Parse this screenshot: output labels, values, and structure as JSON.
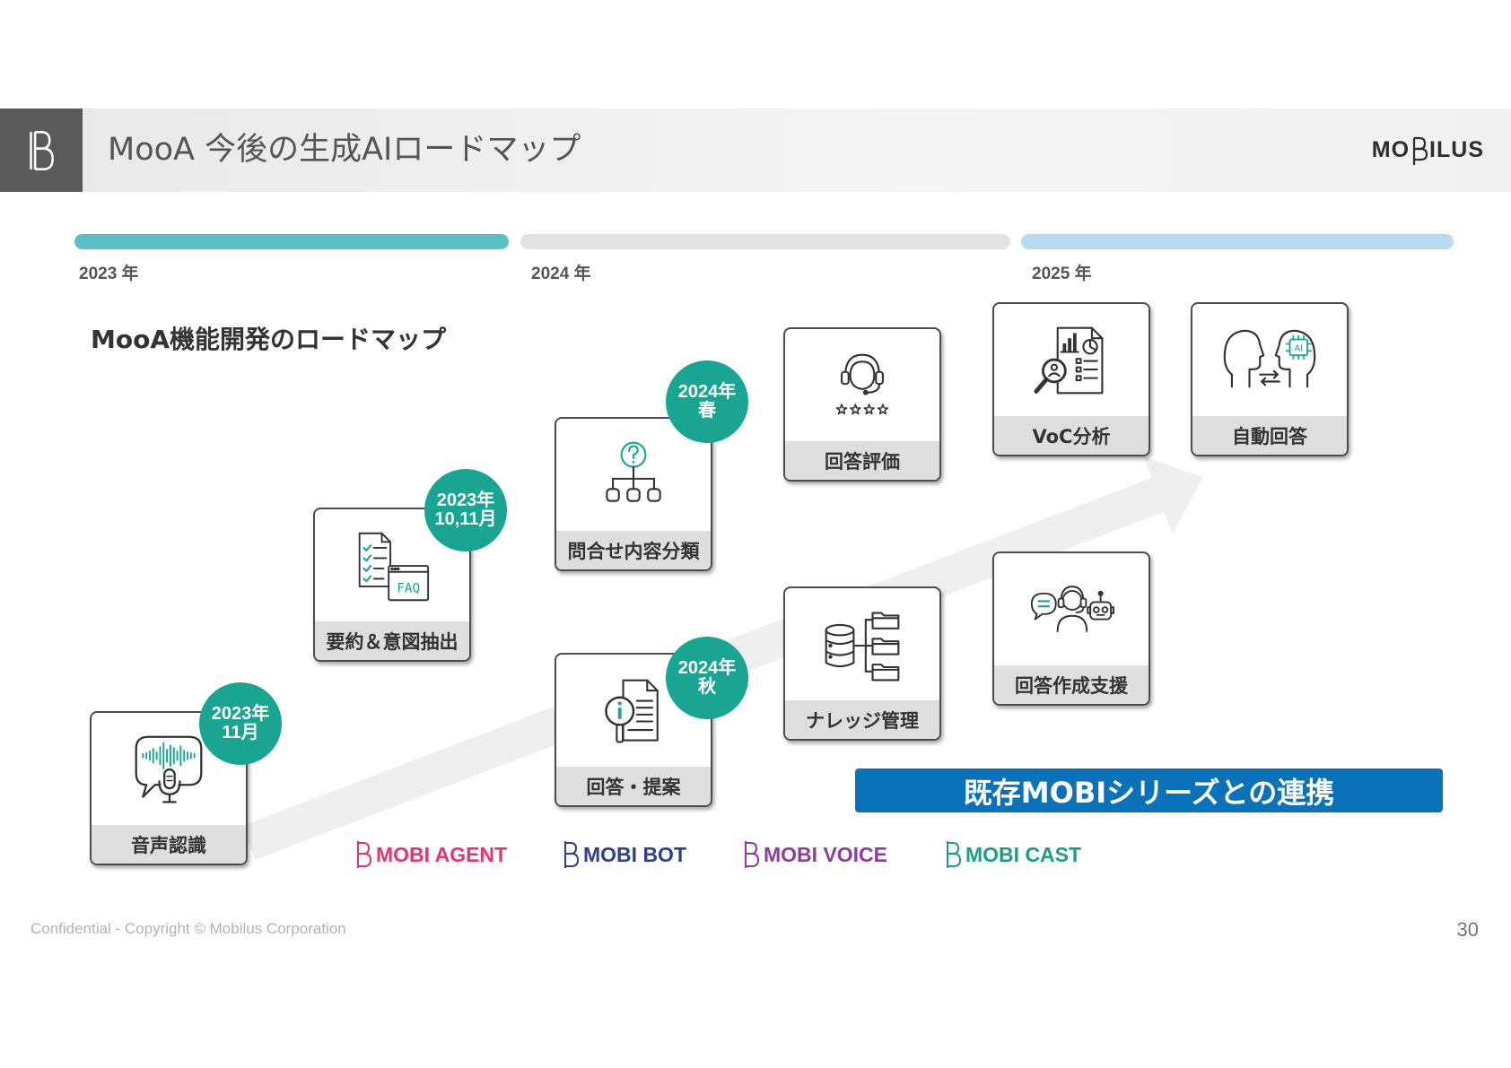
{
  "header": {
    "title": "MooA 今後の生成AIロードマップ",
    "logo_prefix": "MO",
    "logo_suffix": "ILUS"
  },
  "timeline": [
    {
      "year": "2023 年",
      "color": "#5bbfc6"
    },
    {
      "year": "2024 年",
      "color": "#e3e3e3"
    },
    {
      "year": "2025 年",
      "color": "#b9d9ee"
    }
  ],
  "subtitle": "MooA機能開発のロードマップ",
  "cards": [
    {
      "label": "音声認識",
      "icon": "voice-recognition-icon",
      "badge": [
        "2023年",
        "11月"
      ]
    },
    {
      "label": "要約＆意図抽出",
      "icon": "checklist-faq-icon",
      "icon_text": "FAQ",
      "badge": [
        "2023年",
        "10,11月"
      ]
    },
    {
      "label": "問合せ内容分類",
      "icon": "question-hierarchy-icon",
      "badge": [
        "2024年",
        "春"
      ]
    },
    {
      "label": "回答・提案",
      "icon": "info-document-icon",
      "badge": [
        "2024年",
        "秋"
      ]
    },
    {
      "label": "回答評価",
      "icon": "headset-rating-icon"
    },
    {
      "label": "ナレッジ管理",
      "icon": "database-folders-icon"
    },
    {
      "label": "VoC分析",
      "icon": "report-analysis-icon"
    },
    {
      "label": "回答作成支援",
      "icon": "chat-agent-robot-icon"
    },
    {
      "label": "自動回答",
      "icon": "human-ai-head-icon",
      "icon_text": "AI"
    }
  ],
  "banner": {
    "text": "既存MOBIシリーズとの連携",
    "color": "#0b72b9"
  },
  "products": [
    {
      "name": "MOBI AGENT",
      "color": "#e3366f"
    },
    {
      "name": "MOBI BOT",
      "color": "#2e3f92"
    },
    {
      "name": "MOBI VOICE",
      "color": "#8b3e9c"
    },
    {
      "name": "MOBI CAST",
      "color": "#1a9d8b"
    }
  ],
  "footer": {
    "copyright": "Confidential - Copyright © Mobilus Corporation",
    "page_number": "30"
  },
  "colors": {
    "badge": "#1aa593",
    "accent": "#1aa593",
    "arrow": "#efefef"
  }
}
